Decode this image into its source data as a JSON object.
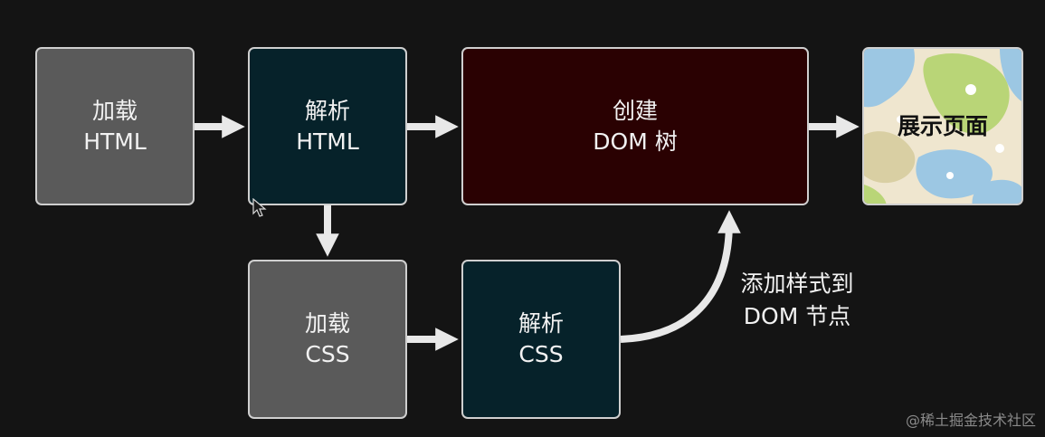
{
  "nodes": {
    "load_html": {
      "line1": "加载",
      "line2": "HTML"
    },
    "parse_html": {
      "line1": "解析",
      "line2": "HTML"
    },
    "create_dom": {
      "line1": "创建",
      "line2": "DOM 树"
    },
    "display_page": {
      "label": "展示页面"
    },
    "load_css": {
      "line1": "加载",
      "line2": "CSS"
    },
    "parse_css": {
      "line1": "解析",
      "line2": "CSS"
    }
  },
  "edge_label": {
    "line1": "添加样式到",
    "line2": "DOM 节点"
  },
  "watermark": "@稀土掘金技术社区",
  "colors": {
    "background": "#141414",
    "gray_box": "#5a5a5a",
    "teal_box": "#06222a",
    "maroon_box": "#2a0102",
    "arrow": "#e8e8e8",
    "border": "#cfcfcf"
  }
}
